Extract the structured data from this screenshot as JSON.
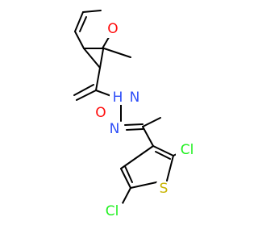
{
  "atoms": {
    "furan_oxygen": {
      "symbol": "O",
      "color": "#ff0d0d"
    },
    "carbonyl_oxygen": {
      "symbol": "O",
      "color": "#ff0d0d"
    },
    "amide_nitrogen": {
      "symbol": "N",
      "color": "#3050f8"
    },
    "amide_hydrogen": {
      "symbol": "H",
      "color": "#3050f8"
    },
    "imine_nitrogen": {
      "symbol": "N",
      "color": "#3050f8"
    },
    "thiophene_sulfur": {
      "symbol": "S",
      "color": "#c8b400"
    },
    "chlorine_right": {
      "symbol": "Cl",
      "color": "#1ff01f"
    },
    "chlorine_left": {
      "symbol": "Cl",
      "color": "#1ff01f"
    }
  },
  "colors": {
    "bond": "#000000",
    "background": "#ffffff"
  }
}
